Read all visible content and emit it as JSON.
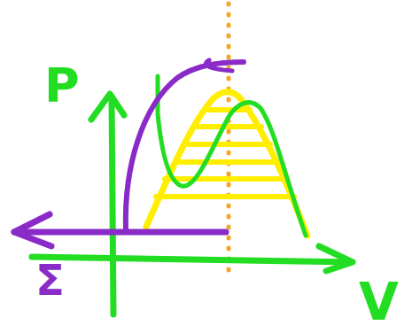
{
  "diagram": {
    "labels": [
      "P",
      "V",
      "Σ"
    ]
  }
}
